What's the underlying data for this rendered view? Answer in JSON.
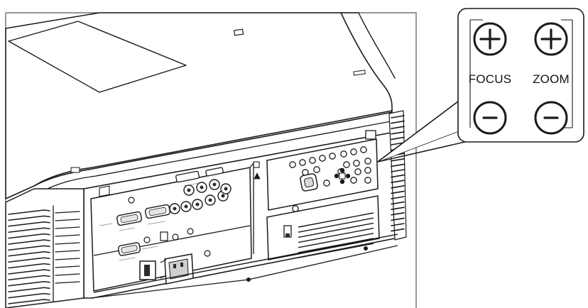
{
  "figure": {
    "subject": "projector-rear-panel",
    "colors": {
      "line": "#1a1a1a",
      "panel_fill": "#ffffff",
      "shade": "#d9d9d9",
      "dark": "#2b2b2b"
    }
  },
  "callout": {
    "focus_label": "FOCUS",
    "zoom_label": "ZOOM",
    "buttons": [
      {
        "name": "focus-plus-button",
        "glyph": "+",
        "icon": "plus-icon"
      },
      {
        "name": "zoom-plus-button",
        "glyph": "+",
        "icon": "plus-icon"
      },
      {
        "name": "focus-minus-button",
        "glyph": "−",
        "icon": "minus-icon"
      },
      {
        "name": "zoom-minus-button",
        "glyph": "−",
        "icon": "minus-icon"
      }
    ]
  }
}
